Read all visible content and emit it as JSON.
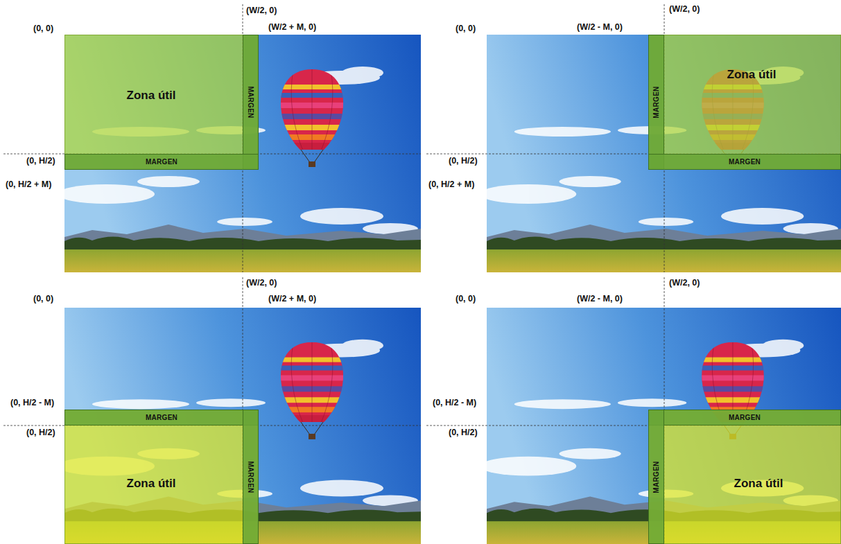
{
  "diagram": {
    "nodes": [
      {
        "text": [
          "Zona útil"
        ]
      },
      {
        "text": [
          "MARGEN"
        ]
      },
      {
        "text": [
          "MARGEN"
        ]
      },
      {
        "text": [
          "Zona útil"
        ]
      },
      {
        "text": [
          "MARGEN"
        ]
      },
      {
        "text": [
          "MARGEN"
        ]
      },
      {
        "text": [
          "Zona útil"
        ]
      },
      {
        "text": [
          "MARGEN"
        ]
      },
      {
        "text": [
          "MARGEN"
        ]
      },
      {
        "text": [
          "Zona útil"
        ]
      },
      {
        "text": [
          "MARGEN"
        ]
      },
      {
        "text": [
          "MARGEN"
        ]
      }
    ],
    "labels": [
      "(W/2, 0)",
      "(0, 0)",
      "(W/2 + M, 0)",
      "(0, H/2)",
      "(0, H/2 + M)",
      "(W/2, 0)",
      "(0, 0)",
      "(W/2 - M, 0)",
      "(0, H/2)",
      "(0, H/2 + M)",
      "(W/2, 0)",
      "(0, 0)",
      "(W/2 + M, 0)",
      "(0, H/2 - M)",
      "(0, H/2)",
      "(W/2, 0)",
      "(0, 0)",
      "(W/2 - M, 0)",
      "(0, H/2 - M)",
      "(0, H/2)"
    ]
  }
}
